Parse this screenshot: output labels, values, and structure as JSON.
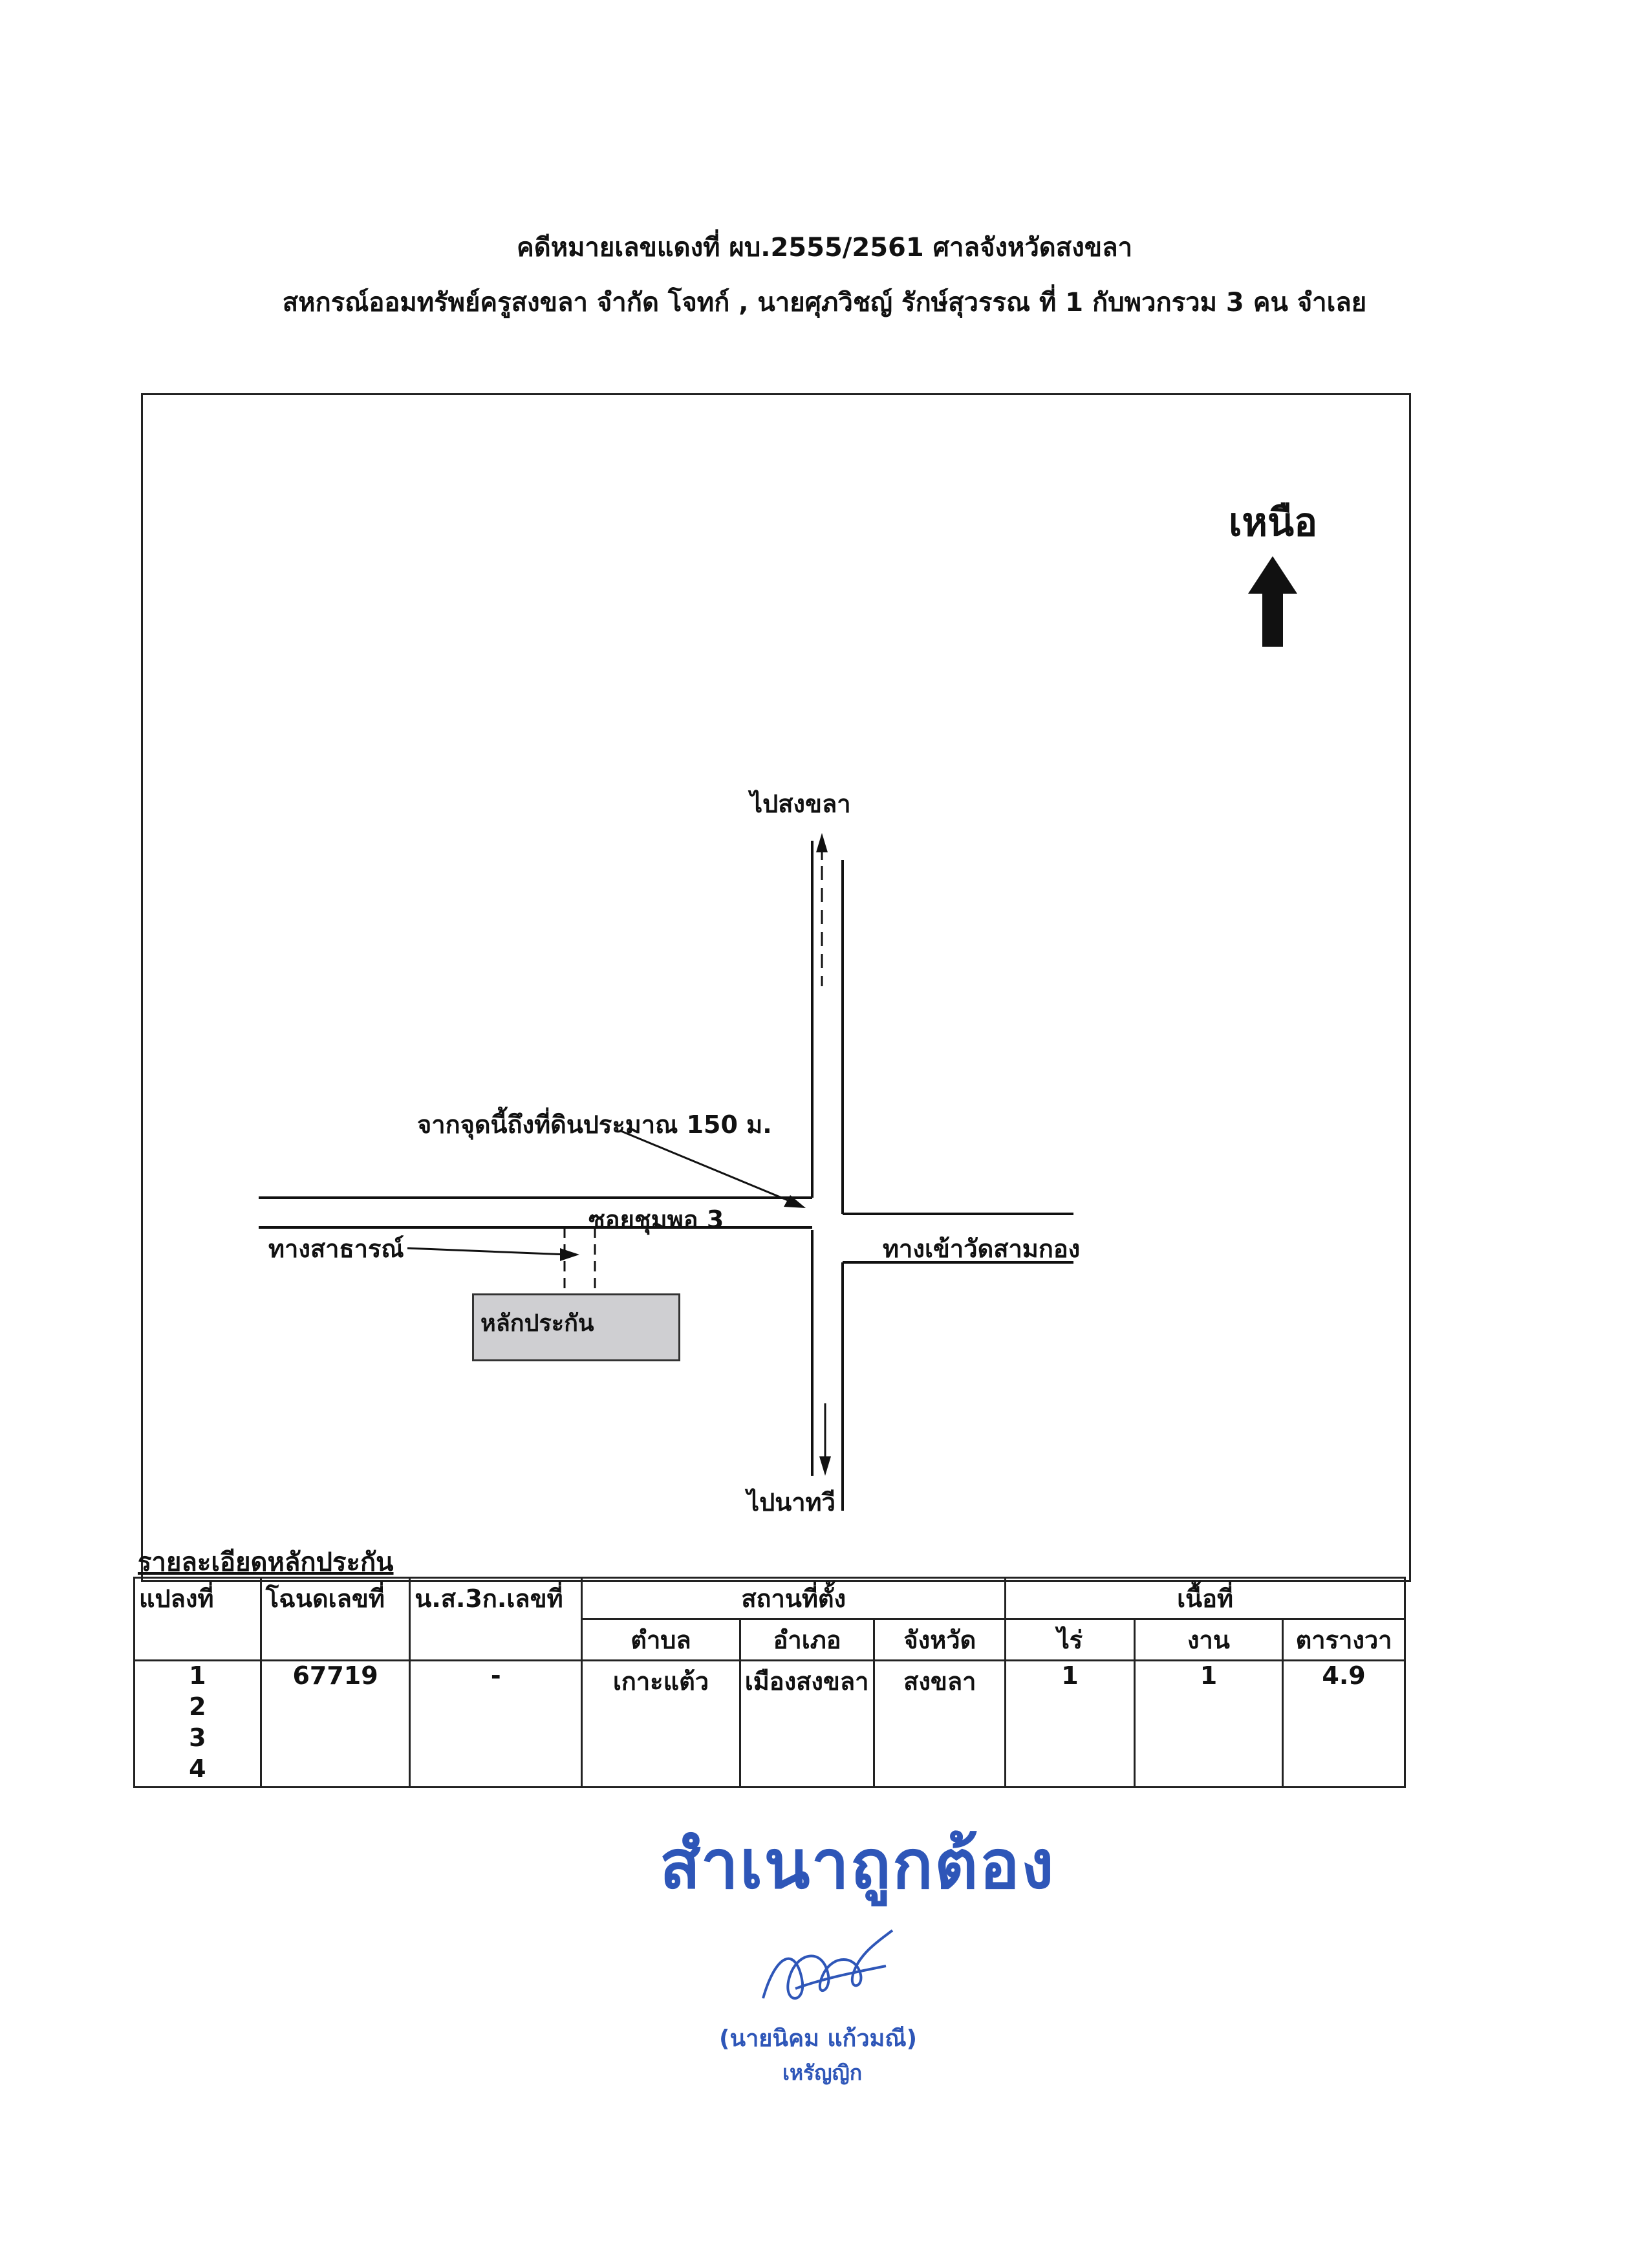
{
  "header": {
    "line1": "คดีหมายเลขแดงที่ ผบ.2555/2561 ศาลจังหวัดสงขลา",
    "line2": "สหกรณ์ออมทรัพย์ครูสงขลา จำกัด โจทก์ , นายศุภวิชญ์ รักษ์สุวรรณ ที่ 1 กับพวกรวม 3 คน จำเลย"
  },
  "map": {
    "north_label": "เหนือ",
    "to_songkhla": "ไปสงขลา",
    "to_nathawi": "ไปนาทวี",
    "distance_note": "จากจุดนี้ถึงที่ดินประมาณ 150 ม.",
    "soi_name": "ซอยชุมพอ 3",
    "public_way": "ทางสาธารณ์",
    "temple_road": "ทางเข้าวัดสามกอง",
    "collateral_label": "หลักประกัน"
  },
  "table": {
    "title": "รายละเอียดหลักประกัน",
    "headers": {
      "plot_no": "แปลงที่",
      "deed_no": "โฉนดเลขที่",
      "ns3k_no": "น.ส.3ก.เลขที่",
      "location": "สถานที่ตั้ง",
      "tambon": "ตำบล",
      "amphoe": "อำเภอ",
      "changwat": "จังหวัด",
      "area": "เนื้อที่",
      "rai": "ไร่",
      "ngan": "งาน",
      "sq_wa": "ตารางวา"
    },
    "plots": [
      "1",
      "2",
      "3",
      "4"
    ],
    "row1": {
      "deed_no": "67719",
      "ns3k_no": "-",
      "tambon": "เกาะแต้ว",
      "amphoe": "เมืองสงขลา",
      "changwat": "สงขลา",
      "rai": "1",
      "ngan": "1",
      "sq_wa": "4.9"
    }
  },
  "certification": {
    "stamp": "สำเนาถูกต้อง",
    "signer_name": "(นายนิคม แก้วมณี)",
    "signer_title": "เหรัญญิก"
  }
}
